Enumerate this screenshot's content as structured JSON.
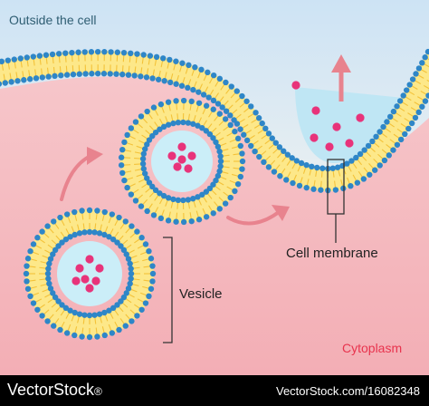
{
  "labels": {
    "outside": "Outside the cell",
    "membrane": "Cell membrane",
    "vesicle": "Vesicle",
    "cytoplasm": "Cytoplasm"
  },
  "footer": {
    "brand": "VectorStock",
    "brand_mark": "®",
    "credit": "VectorStock.com/16082348"
  },
  "colors": {
    "outside_top": "#cde3f4",
    "cytoplasm": "#f5b9bf",
    "bilayer_core": "#fde889",
    "lipid_tail": "#f3c23a",
    "lipid_head": "#2e86c8",
    "vesicle_lumen": "#cbeef8",
    "cargo": "#e8337a",
    "arrow": "#e8838e",
    "cytoplasm_label": "#e8334d"
  },
  "icons": [
    "curved-arrow-icon",
    "up-arrow-icon",
    "bracket-icon"
  ]
}
